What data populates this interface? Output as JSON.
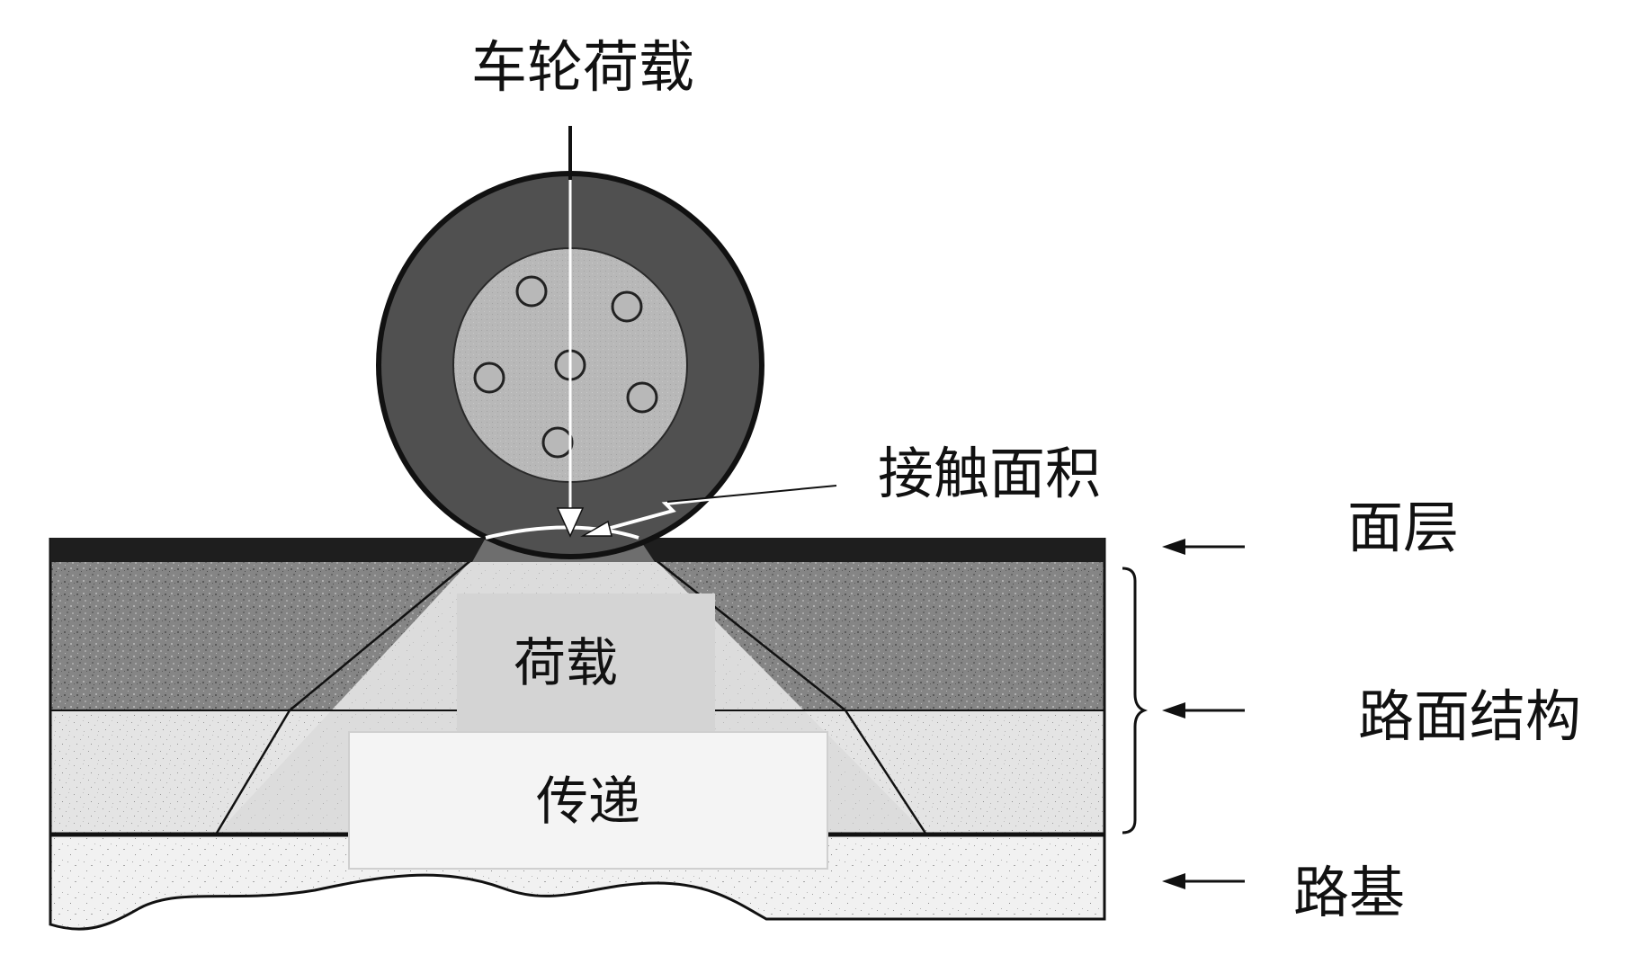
{
  "labels": {
    "wheel_load": "车轮荷载",
    "contact_area": "接触面积",
    "surface_layer": "面层",
    "pavement_structure": "路面结构",
    "subgrade": "路基",
    "load": "荷载",
    "transfer": "传递"
  },
  "colors": {
    "tire": "#505050",
    "rim": "#b4b4b4",
    "surface": "#1e1e1e",
    "base_layer": "#8c8c8c",
    "subbase_layer": "#e2e2e2",
    "subgrade": "#f0f0f0",
    "load_box": "#d4d4d4",
    "transfer_box": "#f4f4f4",
    "line": "#111111"
  }
}
